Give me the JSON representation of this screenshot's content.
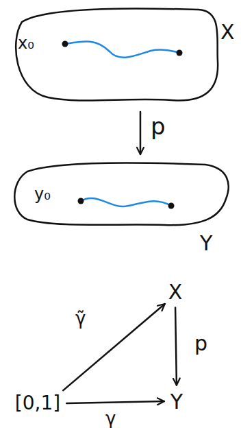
{
  "diagram": {
    "nodes": [
      {
        "text": [
          "X",
          "x₀"
        ]
      },
      {
        "text": [
          "Y",
          "y₀"
        ]
      },
      {
        "text": [
          "X"
        ]
      },
      {
        "text": [
          "Y"
        ]
      },
      {
        "text": [
          "[0,1]"
        ]
      }
    ],
    "edges": [
      {
        "from": 0,
        "to": 1,
        "arrow": "to",
        "label": "p"
      },
      {
        "from": 4,
        "to": 2,
        "arrow": "to",
        "label": "γ̃"
      },
      {
        "from": 2,
        "to": 3,
        "arrow": "to",
        "label": "p"
      },
      {
        "from": 4,
        "to": 3,
        "arrow": "to",
        "label": "γ"
      }
    ]
  }
}
